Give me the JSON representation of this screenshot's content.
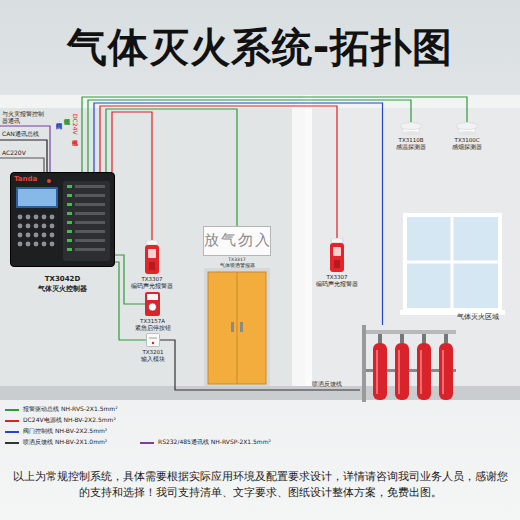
{
  "diagram": {
    "title": "气体灭火系统-拓扑图",
    "caption": "以上为常规控制系统，具体需要根据实际应用环境及配置要求设计，详情请咨询我司业务人员，感谢您的支持和选择！我司支持清单、文字要求、图纸设计整体方案，免费出图。",
    "nodes": [
      {
        "text": [
          "Tanda",
          "TX3042D",
          "气体灭火控制器"
        ]
      },
      {
        "text": [
          "TX3307",
          "编码声光报警器"
        ]
      },
      {
        "text": [
          "TX3157A",
          "紧急启停按钮"
        ]
      },
      {
        "text": [
          "TX3201",
          "输入模块"
        ]
      },
      {
        "text": [
          "放气勿入",
          "TX3317",
          "气体喷洒警报器"
        ]
      },
      {
        "text": [
          "TX3307",
          "编码声光报警器"
        ]
      },
      {
        "text": [
          "TX3110B",
          "感温探测器"
        ]
      },
      {
        "text": [
          "TX3100C",
          "感烟探测器"
        ]
      },
      {
        "text": [
          "气体灭火区域"
        ]
      }
    ],
    "edges": [
      {
        "from": 0,
        "to": 1,
        "arrow": "none"
      },
      {
        "from": 0,
        "to": 2,
        "arrow": "none"
      },
      {
        "from": 0,
        "to": 3,
        "arrow": "none"
      },
      {
        "from": 0,
        "to": 4,
        "arrow": "none"
      },
      {
        "from": 0,
        "to": 5,
        "arrow": "none"
      },
      {
        "from": 0,
        "to": 6,
        "arrow": "none"
      },
      {
        "from": 0,
        "to": 7,
        "arrow": "none"
      },
      {
        "from": 0,
        "to": 8,
        "arrow": "none"
      },
      {
        "from": 8,
        "to": 3,
        "label": "喷洒反馈线",
        "arrow": "none"
      }
    ],
    "labels": [
      "与火灾报警控制器通讯",
      "CAN通讯总线",
      "AC220V",
      "阀门控制线",
      "报警驱动总线",
      "DC24V电源线"
    ],
    "legend": [
      {
        "text": "报警驱动总线 NH-RVS-2X1.5mm²",
        "color": "#2e9b3a"
      },
      {
        "text": "DC24V电源线 NH-BV-2X2.5mm²",
        "color": "#e02020"
      },
      {
        "text": "阀门控制线 NH-BV-2X2.5mm²",
        "color": "#2446c8"
      },
      {
        "text": "喷洒反馈线 NH-BV-2X1.0mm²",
        "color": "#333333"
      },
      {
        "text": "RS232/485通讯线 NH-RVSP-2X1.5mm²",
        "color": "#7b3fa0"
      }
    ]
  }
}
